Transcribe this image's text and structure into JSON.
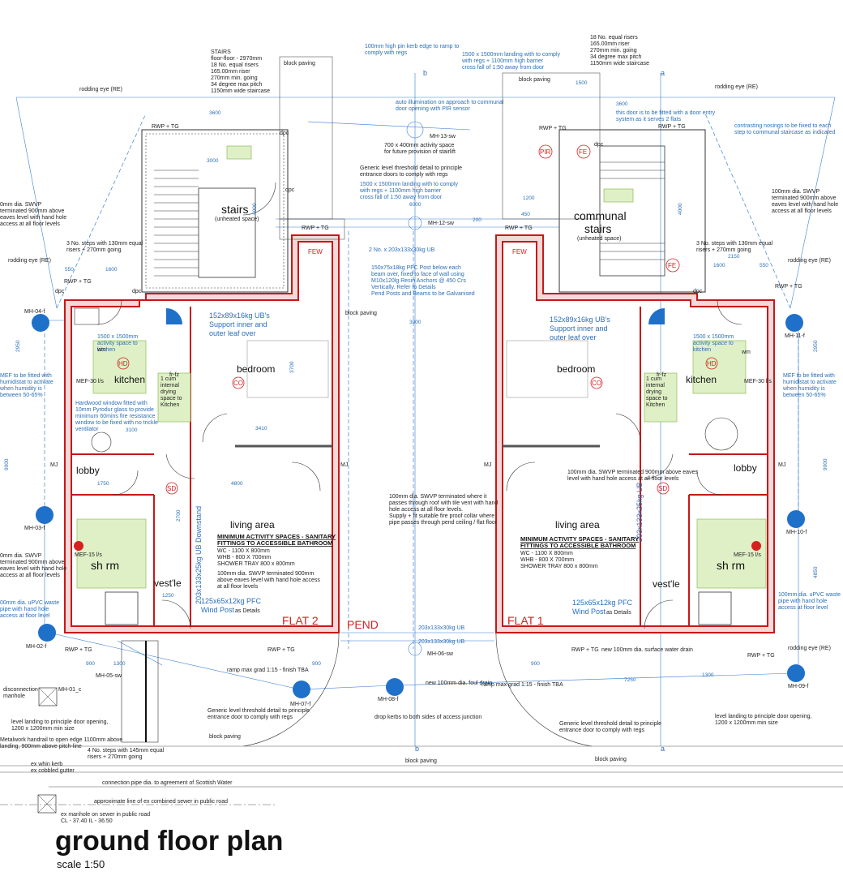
{
  "title": "ground floor plan",
  "scale": "scale 1:50",
  "rooms": {
    "stairs": "stairs",
    "stairs_note": "(unheated space)",
    "communal_stairs_1": "communal",
    "communal_stairs_2": "stairs",
    "communal_note": "(unheated space)",
    "bedroom_left": "bedroom",
    "bedroom_right": "bedroom",
    "kitchen_left": "kitchen",
    "kitchen_right": "kitchen",
    "lobby_left": "lobby",
    "lobby_right": "lobby",
    "living_left": "living area",
    "living_right": "living area",
    "shrm_left": "sh rm",
    "shrm_right": "sh rm",
    "vestle_left": "vest'le",
    "vestle_right": "vest'le"
  },
  "flat_labels": {
    "flat2": "FLAT 2",
    "flat1": "FLAT 1",
    "pend": "PEND"
  },
  "symbols": {
    "hd": "HD",
    "co": "CO",
    "sd": "SD",
    "fe": "FE",
    "pir": "PIR",
    "few": "FEW",
    "mj": "MJ"
  },
  "manholes": {
    "mh04": "MH-04-f",
    "mh03": "MH-03-f",
    "mh02": "MH-02-f",
    "mh07": "MH-07-f",
    "mh08": "MH-08-f",
    "mh09": "MH-09-f",
    "mh10": "MH-10-f",
    "mh11": "MH-11-f",
    "mh01": "MH-01_c",
    "mh05": "MH-05-sw",
    "mh06": "MH-06-sw",
    "mh12": "MH-12-sw",
    "mh13": "MH-13-sw"
  },
  "beams": {
    "ub_left": "152x89x16kg UB's",
    "ub_left_2": "Support inner and",
    "ub_left_3": "outer leaf over",
    "ub_right": "152x89x16kg UB's",
    "ub_right_2": "Support inner and",
    "ub_right_3": "outer leaf over",
    "pfc_left": "125x65x12kg PFC",
    "pfc_left_2": "Wind Post",
    "pfc_left_3": "as Details",
    "pfc_right": "125x65x12kg PFC",
    "pfc_right_2": "Wind Post",
    "pfc_right_3": "as Details",
    "downstand_left": "203x133x25kg UB Downstand",
    "downstand_right": "203x133x25kg UB",
    "ub_top": "2 No. x 203x133x30kg UB",
    "ub_bot1": "203x133x30kg UB",
    "ub_bot2": "203x133x30kg UB"
  },
  "notes": {
    "stairs_spec": [
      "STAIRS",
      "floor-floor - 2970mm",
      "18 No. equal risers",
      "165.00mm riser",
      "270mm min. going",
      "34 degree max pitch",
      "1150mm wide staircase"
    ],
    "stairs_spec_right": [
      "18 No. equal risers",
      "165.00mm riser",
      "270mm min. going",
      "34 degree max pitch",
      "1150mm wide staircase"
    ],
    "kerb": [
      "100mm high pin kerb edge to ramp to",
      "comply with regs"
    ],
    "landing_top": [
      "1500 x 1500mm landing with to comply",
      "with regs + 1100mm high barrier",
      "cross fall of 1:50 away from door"
    ],
    "auto_illum": [
      "auto illumination on approach to communal",
      "door opening with PIR sensor"
    ],
    "door_entry": [
      "this door is to be fitted with a door entry",
      "system as it serves 2 flats"
    ],
    "nosings": [
      "contrasting nosings to be fixed to each",
      "step to communal staircase as indicated"
    ],
    "stairlift": [
      "700 x 400mm activity space",
      "for future provision of stairlift"
    ],
    "threshold": [
      "Generic level threshold detail to principle",
      "entrance doors to comply with regs"
    ],
    "landing_mid": [
      "1500 x 1500mm landing with to comply",
      "with regs + 1100mm high barrier",
      "cross fall of 1:50 away from door"
    ],
    "svvp_r": [
      "100mm dia. SWVP",
      "terminated 900mm above",
      "eaves level with hand hole",
      "access at all floor levels"
    ],
    "svvp_l": [
      "0mm dia. SWVP",
      "terminated 900mm above",
      "eaves level with hand hole",
      "access at all floor levels"
    ],
    "steps_l": [
      "3 No. steps with 130mm equal",
      "risers + 270mm going"
    ],
    "steps_r": [
      "3 No. steps with 130mm equal",
      "risers + 270mm going"
    ],
    "pfc_post": [
      "150x75x18kg PFC Post below each",
      "beam over, fixed to face of wall using",
      "M10x120lg Resin Anchors @ 450 Crs",
      "Vertically. Refer to Details",
      "Pend Posts and Beams to be Galvanised"
    ],
    "activity_l": [
      "1500 x 1500mm",
      "activity space to",
      "kitchen"
    ],
    "activity_r": [
      "1500 x 1500mm",
      "activity space to",
      "kitchen"
    ],
    "mef_l": [
      "MEF to be fitted with",
      "humidistat to activate",
      "when humidity is",
      "between 50-65%"
    ],
    "mef_r": [
      "MEF to be fitted with",
      "humidistat to activate",
      "when humidity is",
      "between 50-65%"
    ],
    "cupboard_l": [
      "1 cum",
      "internal",
      "drying",
      "space to",
      "Kitchen"
    ],
    "cupboard_r": [
      "1 cum",
      "internal",
      "drying",
      "space to",
      "Kitchen"
    ],
    "hardwood": [
      "Hardwood window fitted with",
      "10mm Pyrodur glass to provide",
      "minimum 60mins fire resistance",
      "window to be fixed with no trickle",
      "ventilator"
    ],
    "svvp_pend": [
      "100mm dia. SWVP terminated where it",
      "passes through roof with tile vent with hand",
      "hole access at all floor levels.",
      "Supply + fit suitable fire proof collar where",
      "pipe passes through pend ceiling / flat floor"
    ],
    "svvp_eaves": [
      "100mm dia. SWVP terminated 900mm above eaves",
      "level with hand hole access at all floor levels"
    ],
    "min_activity": [
      "MINIMUM ACTIVITY SPACES - SANITARY",
      "FITTINGS TO ACCESSIBLE BATHROOM"
    ],
    "min_activity_list": [
      "WC - 1100 X 800mm",
      "WHB - 800 X 700mm",
      "SHOWER TRAY 800 x 800mm"
    ],
    "svvp_900": [
      "100mm dia. SWVP terminated 900mm",
      "above eaves level with hand hole access",
      "at all floor levels"
    ],
    "upvc_l": [
      "00mm dia. uPVC waste",
      "pipe with hand hole",
      "access at floor level"
    ],
    "upvc_r": [
      "100mm dia. uPVC waste",
      "pipe with hand hole",
      "access at floor level"
    ],
    "svvp_l2": [
      "0mm dia. SWVP",
      "terminated 900mm above",
      "eaves level with hand hole",
      "access at all floor levels"
    ],
    "ramp_l": "ramp max grad 1:15 - finish TBA",
    "ramp_r": "ramp max grad 1:15 - finish TBA",
    "new_foul": "new 100mm dia. foul drain",
    "new_sw": "new 100mm dia. surface water drain",
    "drop_kerbs": "drop kerbs to both sides of access junction",
    "level_landing_l": [
      "level landing to principle door opening,",
      "1200 x 1200mm min size"
    ],
    "level_landing_r": [
      "level landing to principle door opening,",
      "1200 x 1200mm min size"
    ],
    "handrail": [
      "Metalwork handrail to open edge 1100mm above",
      "landing, 900mm above pitch-line"
    ],
    "steps_145": [
      "4 No. steps with 145mm equal",
      "risers + 270mm going"
    ],
    "threshold_b1": [
      "Generic level threshold detail to principle",
      "entrance door to comply with regs"
    ],
    "threshold_b2": [
      "Generic level threshold detail to principle",
      "entrance door to comply with regs"
    ],
    "disconnection": [
      "disconnection",
      "manhole"
    ],
    "block_paving": "block paving",
    "ex_whin": "ex whin kerb",
    "ex_cobbled": "ex cobbled gutter",
    "connection": "connection pipe dia. to agreement of Scottish Water",
    "approx_line": "approximate line of ex combined sewer in public road",
    "ex_manhole": [
      "ex manhole on sewer in public road",
      "CL - 37.40    IL - 36.50"
    ],
    "rodding": "rodding eye (RE)",
    "rwp": "RWP + TG",
    "dpc": "dpc",
    "fr_fz": "fr-fz",
    "wm": "wm",
    "mef30": "MEF-30 l/s",
    "mef15": "MEF-15 l/s",
    "section_a": "a",
    "section_b": "b"
  },
  "dims": {
    "d3600": "3600",
    "d3000": "3000",
    "d4000": "4000",
    "d6000": "6000",
    "d3900": "3900",
    "d3410": "3410",
    "d4800": "4800",
    "d3700": "3700",
    "d2700": "2700",
    "d2950": "2950",
    "d9000": "9000",
    "d4850": "4850",
    "d1750": "1750",
    "d1600": "1600",
    "d550": "550",
    "d1250": "1250",
    "d1300": "1300",
    "d900": "900",
    "d3100": "3100",
    "d1500": "1500",
    "d1200": "1200",
    "d2150": "2150",
    "d200": "200",
    "d450": "450",
    "d7250": "7250"
  }
}
